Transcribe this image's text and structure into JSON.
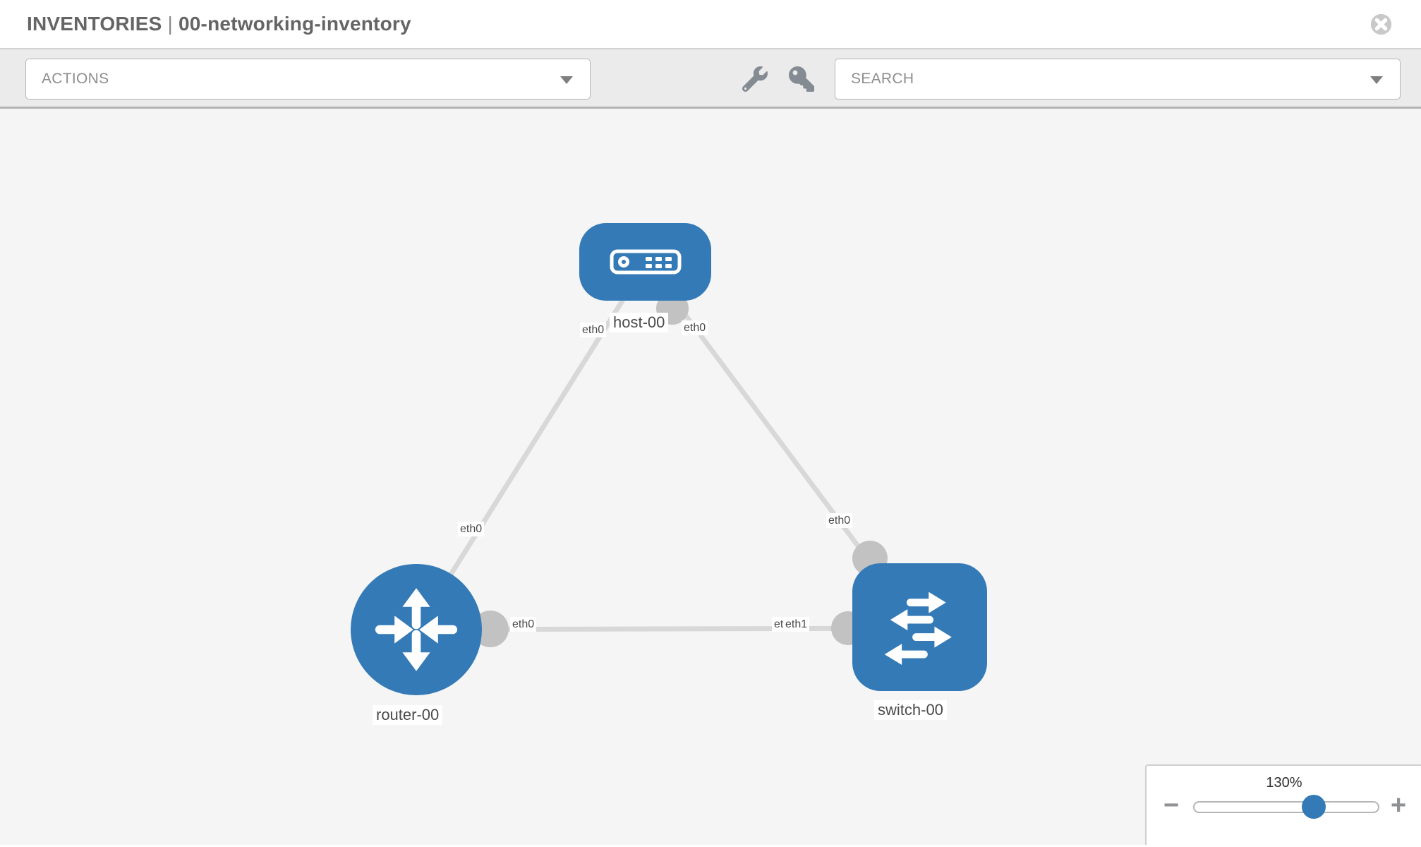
{
  "header": {
    "section": "INVENTORIES",
    "separator": "|",
    "inventory_name": "00-networking-inventory"
  },
  "toolbar": {
    "actions_label": "ACTIONS",
    "search_label": "SEARCH"
  },
  "canvas": {
    "nodes": [
      {
        "id": "host-00",
        "type": "host",
        "label": "host-00"
      },
      {
        "id": "router-00",
        "type": "router",
        "label": "router-00"
      },
      {
        "id": "switch-00",
        "type": "switch",
        "label": "switch-00"
      }
    ],
    "links": [
      {
        "source": "host-00",
        "source_interface": "eth0",
        "target": "router-00",
        "target_interface": "eth0"
      },
      {
        "source": "host-00",
        "source_interface": "eth0",
        "target": "switch-00",
        "target_interface": "eth0"
      },
      {
        "source": "router-00",
        "source_interface": "eth0",
        "target": "switch-00",
        "target_interface": "eth1"
      }
    ],
    "port_labels": [
      {
        "text": "eth0"
      },
      {
        "text": "eth0"
      },
      {
        "text": "eth0"
      },
      {
        "text": "eth0"
      },
      {
        "text": "eth0"
      },
      {
        "text": "eth0"
      },
      {
        "text": "eth1"
      }
    ]
  },
  "zoom_control": {
    "level": "130%",
    "zoom_out": "−",
    "zoom_in": "+"
  },
  "colors": {
    "node_blue": "#337ab7",
    "edge_gray": "#d8d8d8",
    "port_gray": "#c2c2c2",
    "canvas_bg": "#f5f5f5",
    "toolbar_bg": "#ebebeb"
  }
}
